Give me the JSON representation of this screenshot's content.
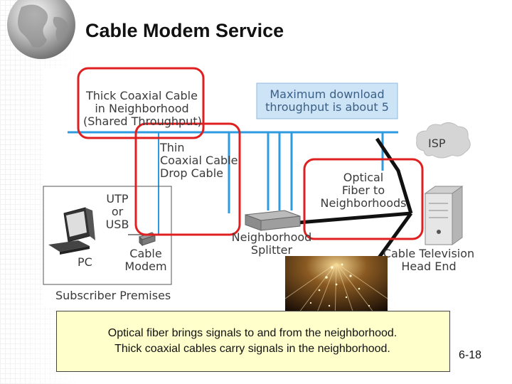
{
  "title": "Cable Modem Service",
  "diagram": {
    "labels": {
      "thick_coax": [
        "Thick Coaxial Cable",
        "in Neighborhood",
        "(Shared Throughput)"
      ],
      "max_download": [
        "Maximum download",
        "throughput is about 5"
      ],
      "thin_coax": [
        "Thin",
        "Coaxial Cable",
        "Drop Cable"
      ],
      "isp": "ISP",
      "optical_fiber": [
        "Optical",
        "Fiber to",
        "Neighborhoods"
      ],
      "utp": [
        "UTP",
        "or",
        "USB"
      ],
      "pc": "PC",
      "cable_modem": [
        "Cable",
        "Modem"
      ],
      "splitter": [
        "Neighborhood",
        "Splitter"
      ],
      "head_end": [
        "Cable Television",
        "Head End"
      ],
      "subscriber": "Subscriber Premises"
    },
    "colors": {
      "coax_cable": "#2e9be0",
      "highlight_ring": "#e02020",
      "fiber_cable": "#111111",
      "callout_fill": "#cde3f6"
    },
    "icons": [
      "computer-icon",
      "cable-modem-icon",
      "splitter-icon",
      "server-icon",
      "cloud-icon",
      "fiber-optics-photo"
    ]
  },
  "caption": {
    "line1": "Optical fiber brings signals to and from the neighborhood.",
    "line2": "Thick coaxial cables carry signals in the neighborhood."
  },
  "page_number": "6-18"
}
